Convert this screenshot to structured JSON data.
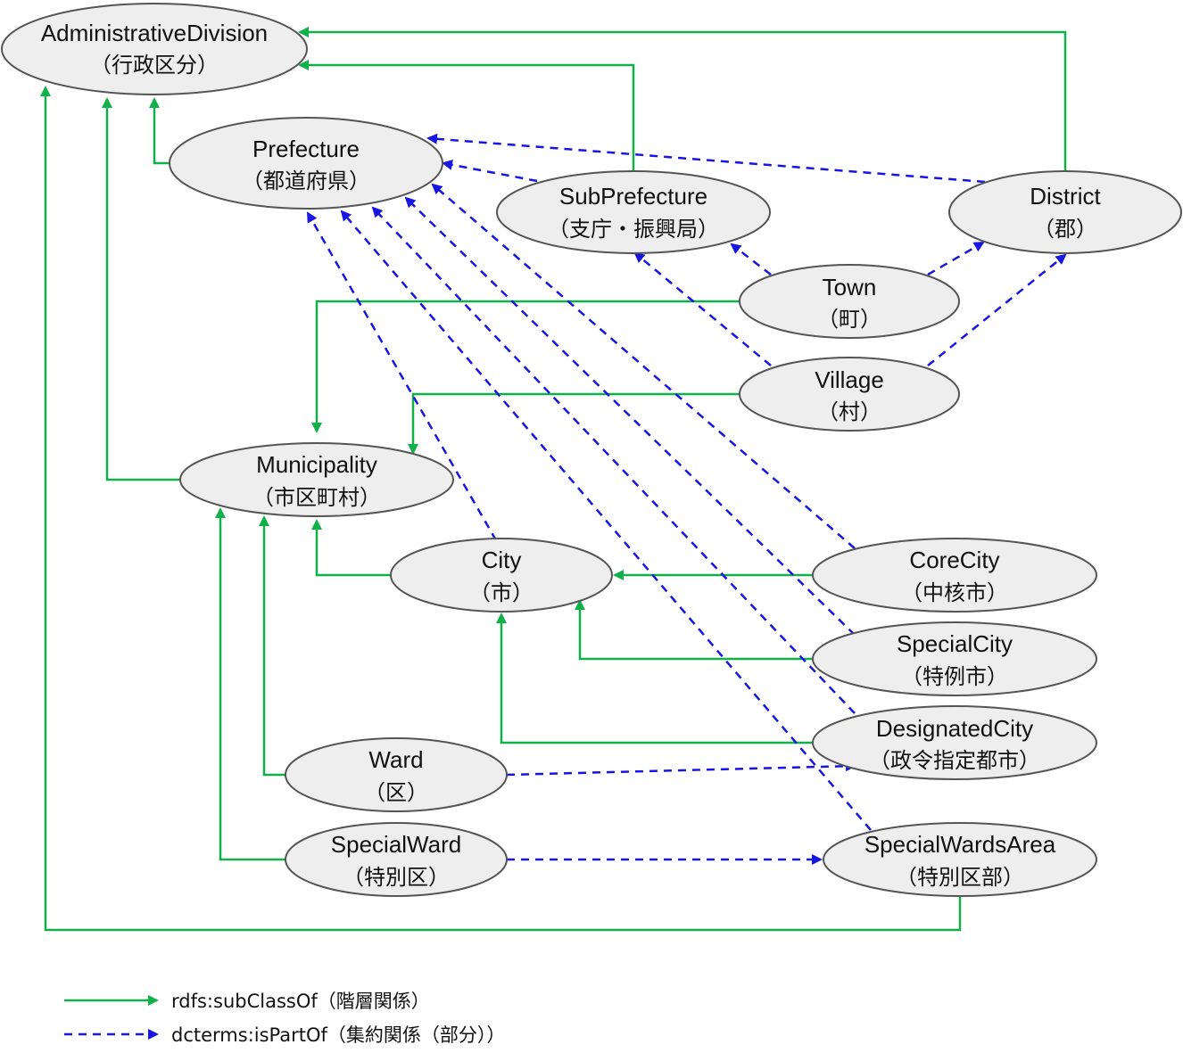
{
  "nodes": {
    "administrative_division": {
      "name": "AdministrativeDivision",
      "ja": "（行政区分）"
    },
    "prefecture": {
      "name": "Prefecture",
      "ja": "（都道府県）"
    },
    "sub_prefecture": {
      "name": "SubPrefecture",
      "ja": "（支庁・振興局）"
    },
    "district": {
      "name": "District",
      "ja": "（郡）"
    },
    "town": {
      "name": "Town",
      "ja": "（町）"
    },
    "village": {
      "name": "Village",
      "ja": "（村）"
    },
    "municipality": {
      "name": "Municipality",
      "ja": "（市区町村）"
    },
    "city": {
      "name": "City",
      "ja": "（市）"
    },
    "core_city": {
      "name": "CoreCity",
      "ja": "（中核市）"
    },
    "special_city": {
      "name": "SpecialCity",
      "ja": "（特例市）"
    },
    "designated_city": {
      "name": "DesignatedCity",
      "ja": "（政令指定都市）"
    },
    "ward": {
      "name": "Ward",
      "ja": "（区）"
    },
    "special_ward": {
      "name": "SpecialWard",
      "ja": "（特別区）"
    },
    "special_wards_area": {
      "name": "SpecialWardsArea",
      "ja": "（特別区部）"
    }
  },
  "edges": {
    "subclass_of": [
      [
        "prefecture",
        "administrative_division"
      ],
      [
        "sub_prefecture",
        "administrative_division"
      ],
      [
        "district",
        "administrative_division"
      ],
      [
        "municipality",
        "administrative_division"
      ],
      [
        "special_wards_area",
        "administrative_division"
      ],
      [
        "town",
        "municipality"
      ],
      [
        "village",
        "municipality"
      ],
      [
        "city",
        "municipality"
      ],
      [
        "ward",
        "municipality"
      ],
      [
        "special_ward",
        "municipality"
      ],
      [
        "core_city",
        "city"
      ],
      [
        "special_city",
        "city"
      ],
      [
        "designated_city",
        "city"
      ]
    ],
    "is_part_of": [
      [
        "sub_prefecture",
        "prefecture"
      ],
      [
        "district",
        "prefecture"
      ],
      [
        "town",
        "sub_prefecture"
      ],
      [
        "town",
        "district"
      ],
      [
        "village",
        "sub_prefecture"
      ],
      [
        "village",
        "district"
      ],
      [
        "city",
        "prefecture"
      ],
      [
        "core_city",
        "prefecture"
      ],
      [
        "special_city",
        "prefecture"
      ],
      [
        "designated_city",
        "prefecture"
      ],
      [
        "special_wards_area",
        "prefecture"
      ],
      [
        "ward",
        "designated_city"
      ],
      [
        "special_ward",
        "special_wards_area"
      ]
    ]
  },
  "legend": {
    "subclass_label": "rdfs:subClassOf（階層関係）",
    "subclass_color": "#12b04a",
    "part_label": "dcterms:isPartOf（集約関係（部分））",
    "part_color": "#1616e0"
  }
}
